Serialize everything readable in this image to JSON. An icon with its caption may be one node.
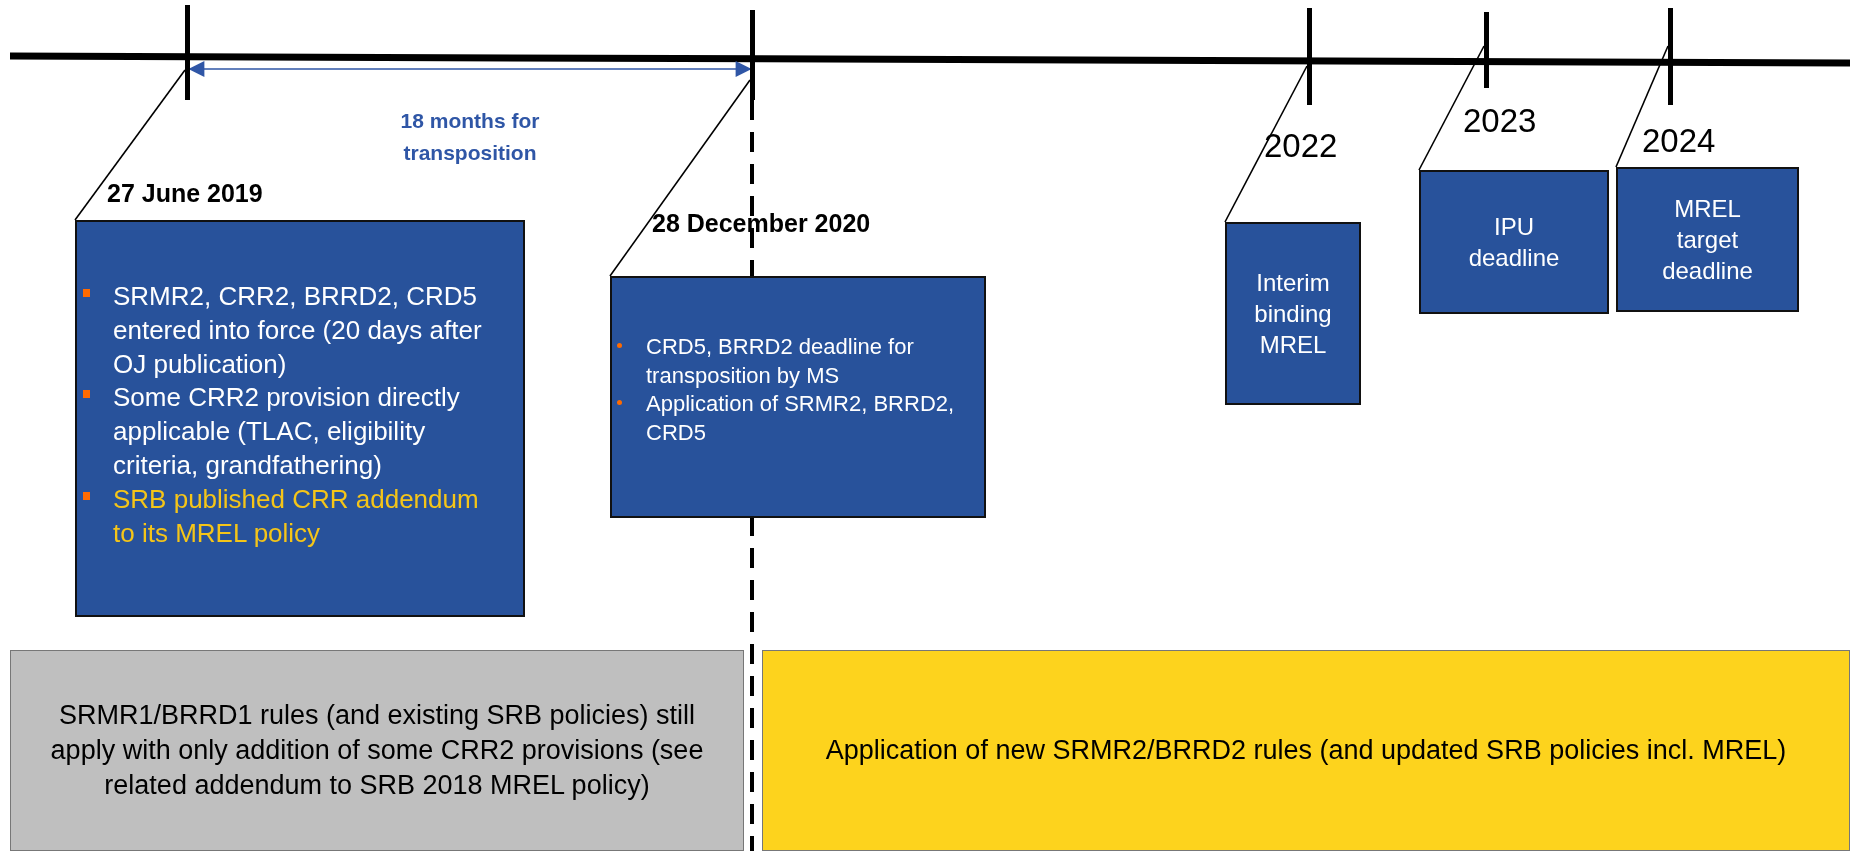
{
  "diagram": {
    "nodes": [
      {
        "text": [
          "27 June 2019",
          "SRMR2, CRR2, BRRD2, CRD5 entered into force (20 days after OJ publication)",
          "Some CRR2 provision directly applicable (TLAC, eligibility criteria, grandfathering)",
          "SRB published CRR addendum to its MREL policy"
        ]
      },
      {
        "text": [
          "28 December 2020",
          "CRD5, BRRD2 deadline for transposition by MS",
          "Application of SRMR2, BRRD2, CRD5"
        ]
      },
      {
        "text": [
          "2022",
          "Interim binding MREL"
        ]
      },
      {
        "text": [
          "2023",
          "IPU deadline"
        ]
      },
      {
        "text": [
          "2024",
          "MREL target deadline"
        ]
      },
      {
        "text": [
          "SRMR1/BRRD1 rules (and existing SRB policies) still apply with only addition of some CRR2 provisions (see related addendum to SRB 2018 MREL policy)"
        ]
      },
      {
        "text": [
          "Application of new SRMR2/BRRD2 rules (and updated SRB policies incl. MREL)"
        ]
      },
      {
        "text": [],
        "shape": "bar"
      },
      {
        "text": [],
        "shape": "bar"
      },
      {
        "text": [],
        "shape": "bar"
      },
      {
        "text": [],
        "shape": "bar"
      },
      {
        "text": [],
        "shape": "bar"
      }
    ],
    "edges": [
      {
        "from": 0,
        "to": 7,
        "arrow": "none"
      },
      {
        "from": 1,
        "to": 8,
        "arrow": "none"
      },
      {
        "from": 2,
        "to": 9,
        "arrow": "none"
      },
      {
        "from": 3,
        "to": 10,
        "arrow": "none"
      },
      {
        "from": 4,
        "to": 11,
        "arrow": "none"
      },
      {
        "from": 7,
        "to": 8,
        "arrow": "both",
        "label": "18 months for transposition",
        "color": "#2f56a6"
      }
    ]
  }
}
